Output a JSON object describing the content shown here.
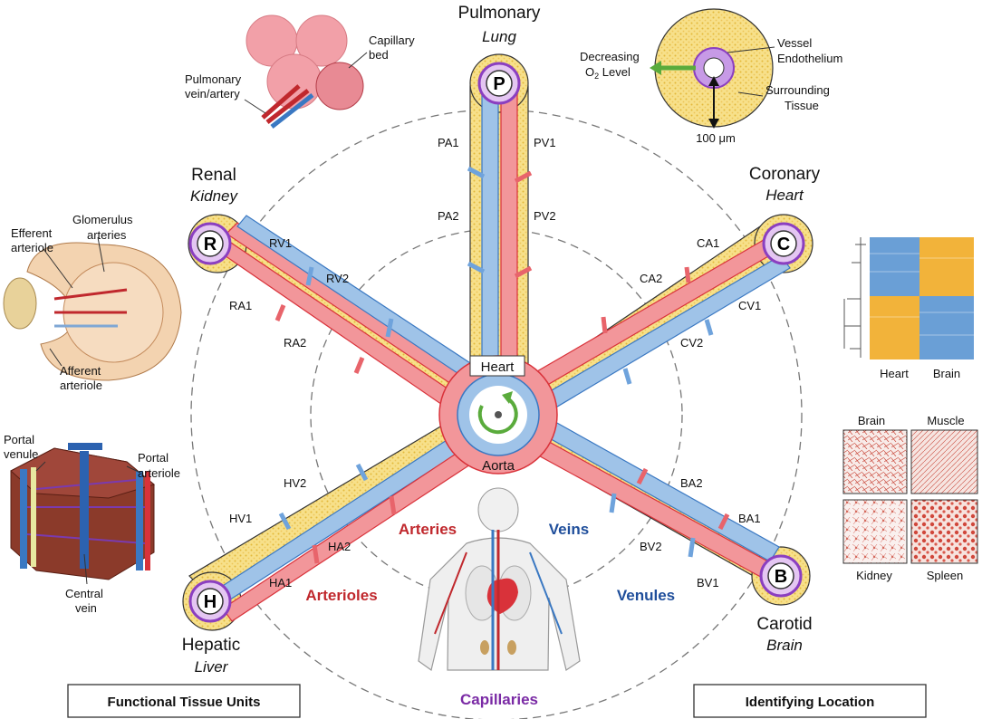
{
  "organs": {
    "pulmonary": {
      "name": "Pulmonary",
      "sub": "Lung",
      "letter": "P"
    },
    "renal": {
      "name": "Renal",
      "sub": "Kidney",
      "letter": "R"
    },
    "coronary": {
      "name": "Coronary",
      "sub": "Heart",
      "letter": "C"
    },
    "hepatic": {
      "name": "Hepatic",
      "sub": "Liver",
      "letter": "H"
    },
    "carotid": {
      "name": "Carotid",
      "sub": "Brain",
      "letter": "B"
    }
  },
  "branches": {
    "pa1": "PA1",
    "pa2": "PA2",
    "pv1": "PV1",
    "pv2": "PV2",
    "rv1": "RV1",
    "rv2": "RV2",
    "ra1": "RA1",
    "ra2": "RA2",
    "ca1": "CA1",
    "ca2": "CA2",
    "cv1": "CV1",
    "cv2": "CV2",
    "hv1": "HV1",
    "hv2": "HV2",
    "ha1": "HA1",
    "ha2": "HA2",
    "ba1": "BA1",
    "ba2": "BA2",
    "bv1": "BV1",
    "bv2": "BV2"
  },
  "center": {
    "heart": "Heart",
    "aorta": "Aorta"
  },
  "categories": {
    "arteries": "Arteries",
    "veins": "Veins",
    "arterioles": "Arterioles",
    "venules": "Venules",
    "capillaries": "Capillaries"
  },
  "inset_lung": {
    "capillary": "Capillary",
    "bed": "bed",
    "vein1": "Pulmonary",
    "vein2": "vein/artery"
  },
  "inset_kidney": {
    "glom1": "Glomerulus",
    "glom2": "arteries",
    "eff1": "Efferent",
    "eff2": "arteriole",
    "aff1": "Afferent",
    "aff2": "arteriole"
  },
  "inset_liver": {
    "pv1": "Portal",
    "pv2": "venule",
    "pa1": "Portal",
    "pa2": "arteriole",
    "cv1": "Central",
    "cv2": "vein"
  },
  "inset_vessel": {
    "dec1": "Decreasing",
    "dec2_pre": "O",
    "dec2_sub": "2",
    "dec2_post": " Level",
    "ve1": "Vessel",
    "ve2": "Endothelium",
    "st1": "Surrounding",
    "st2": "Tissue",
    "scale": "100 μm"
  },
  "heatmap": {
    "col1": "Heart",
    "col2": "Brain"
  },
  "textures": {
    "t1": "Brain",
    "t2": "Muscle",
    "t3": "Kidney",
    "t4": "Spleen"
  },
  "boxes": {
    "left": "Functional Tissue Units",
    "right": "Identifying Location"
  },
  "colors": {
    "artery": "#f2969a",
    "artery_edge": "#d9323a",
    "vein": "#9fc3e8",
    "vein_edge": "#3a78c2",
    "tissue": "#f7dc7a",
    "hub": "#e4c6f2",
    "hub_edge": "#8b3fc0",
    "arteries_text": "#c0282d",
    "veins_text": "#1f4e9b",
    "capillaries_text": "#7a2aa5"
  }
}
